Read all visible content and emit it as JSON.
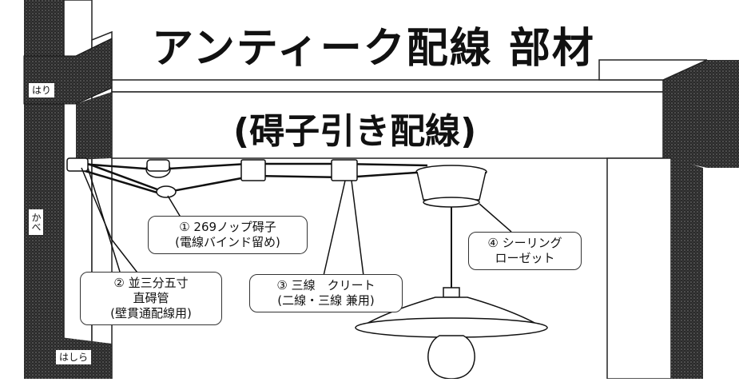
{
  "title": "アンティーク配線 部材",
  "subtitle": "(碍子引き配線)",
  "structure_labels": {
    "beam": "はり",
    "wall": "かべ",
    "pillar": "はしら"
  },
  "callouts": [
    {
      "lines": [
        "① 269ノップ碍子",
        "(電線バインド留め)"
      ]
    },
    {
      "lines": [
        "② 並三分五寸",
        "直碍管",
        "(壁貫通配線用)"
      ]
    },
    {
      "lines": [
        "③ 三線　クリート",
        "(二線・三線 兼用)"
      ]
    },
    {
      "lines": [
        "④ シーリング",
        "ローゼット"
      ]
    }
  ],
  "colors": {
    "ink": "#111111",
    "dark_fill": "#2a2a2a",
    "background": "#ffffff"
  }
}
